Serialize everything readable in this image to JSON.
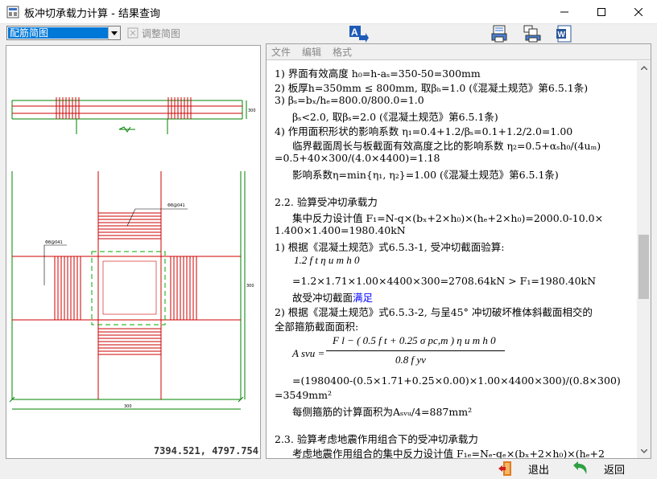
{
  "window": {
    "title": "板冲切承载力计算 - 结果查询"
  },
  "toolbar": {
    "view_select": "配筋简图",
    "adjust_label": "调整简图"
  },
  "menu": [
    "文件",
    "编辑",
    "格式"
  ],
  "status": {
    "coords": "7394.521, 4797.754"
  },
  "drawing": {
    "rebar_label_top": "Φ8@041",
    "rebar_label_left": "Φ8@041",
    "dim_side": "300",
    "dim_side2": "300",
    "dim_bottom": "300"
  },
  "doc": {
    "l1": "1) 界面有效高度 h₀=h-aₛ=350-50=300mm",
    "l2": "2) 板厚h=350mm ≤ 800mm, 取βₕ=1.0 (《混凝土规范》第6.5.1条)",
    "l3": "3) βₛ=bₓ/hₑ=800.0/800.0=1.0",
    "l4": "βₛ<2.0, 取βₛ=2.0 (《混凝土规范》第6.5.1条)",
    "l5": "4) 作用面积形状的影响系数 η₁=0.4+1.2/βₛ=0.1+1.2/2.0=1.00",
    "l6": "临界截面周长与板截面有效高度之比的影响系数 η₂=0.5+αₛh₀/(4uₘ)",
    "l7": "=0.5+40×300/(4.0×4400)=1.18",
    "l8": "影响系数η=min{η₁, η₂}=1.00 (《混凝土规范》第6.5.1条)",
    "l9": "2.2. 验算受冲切承载力",
    "l10": "集中反力设计值 F₁=N-q×(bₓ+2×h₀)×(hₑ+2×h₀)=2000.0-10.0×",
    "l11": "1.400×1.400=1980.40kN",
    "l12": "1) 根据《混凝土规范》式6.5.3-1, 受冲切截面验算:",
    "f1": "1.2 f t η u m h 0",
    "l13": "=1.2×1.71×1.00×4400×300=2708.64kN > F₁=1980.40kN",
    "l14a": "故受冲切截面",
    "l14b": "满足",
    "l15": "2) 根据《混凝土规范》式6.5.3-2, 与呈45° 冲切破坏椎体斜截面相交的",
    "l16": "全部箍筋截面面积:",
    "f2_lhs": "A svu =",
    "f2_num": "F l − ( 0.5 f t + 0.25 σ pc,m ) η u m h 0",
    "f2_den": "0.8 f yv",
    "l17": "=(1980400-(0.5×1.71+0.25×0.00)×1.00×4400×300)/(0.8×300)",
    "l18": "=3549mm²",
    "l19": "每侧箍筋的计算面积为Aₛᵥᵤ/4=887mm²",
    "l20": "2.3. 验算考虑地震作用组合下的受冲切承载力",
    "l21": "考虑地震作用组合的集中反力设计值 F₁ₑ=Nₑ-qₑ×(bₓ+2×h₀)×(hₑ+2"
  },
  "buttons": {
    "exit": "退出",
    "back": "返回"
  },
  "colors": {
    "rebar": "#cc0000",
    "dashed": "#00aa00",
    "dim": "#008000",
    "select": "#0078d7"
  }
}
